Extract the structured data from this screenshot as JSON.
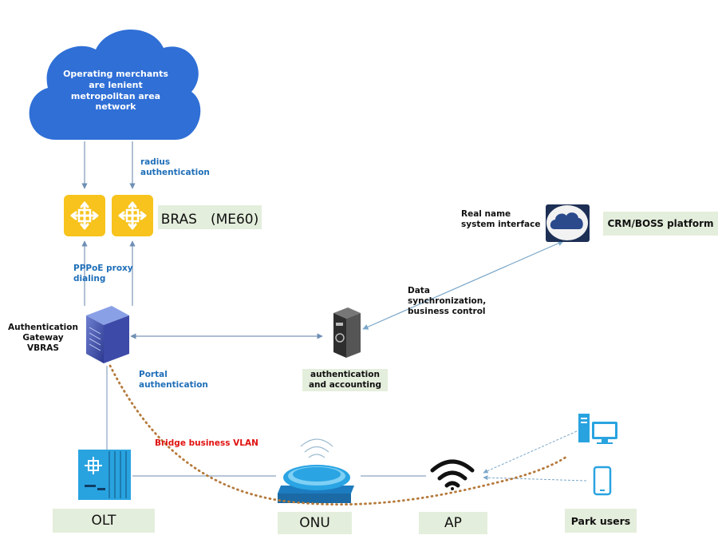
{
  "cloud": {
    "text": "Operating merchants are lenient metropolitan area network"
  },
  "links": {
    "radius": "radius authentication",
    "pppoe": "PPPoE proxy dialing",
    "portal": "Portal authentication",
    "bridge": "Bridge business VLAN",
    "real_name": "Real name system interface",
    "data_sync": "Data synchronization, business control"
  },
  "nodes": {
    "bras": "BRAS　(ME60)",
    "gateway": "Authentication Gateway VBRAS",
    "auth_acct": "authentication and accounting",
    "crm": "CRM/BOSS platform",
    "olt": "OLT",
    "onu": "ONU",
    "ap": "AP",
    "park_users": "Park users"
  },
  "colors": {
    "cloud": "#2f6fd6",
    "router": "#f7c31c",
    "label_bg": "#e4eedc",
    "link_blue": "#1f6fb8",
    "vlan_red": "#e0120f",
    "dotted_path": "#b5793a",
    "device_blue": "#29a3e0"
  },
  "icons": [
    "cloud-icon",
    "router-icon",
    "server-icon",
    "crm-cloud-icon",
    "olt-icon",
    "onu-icon",
    "wifi-icon",
    "desktop-icon",
    "phone-icon"
  ]
}
